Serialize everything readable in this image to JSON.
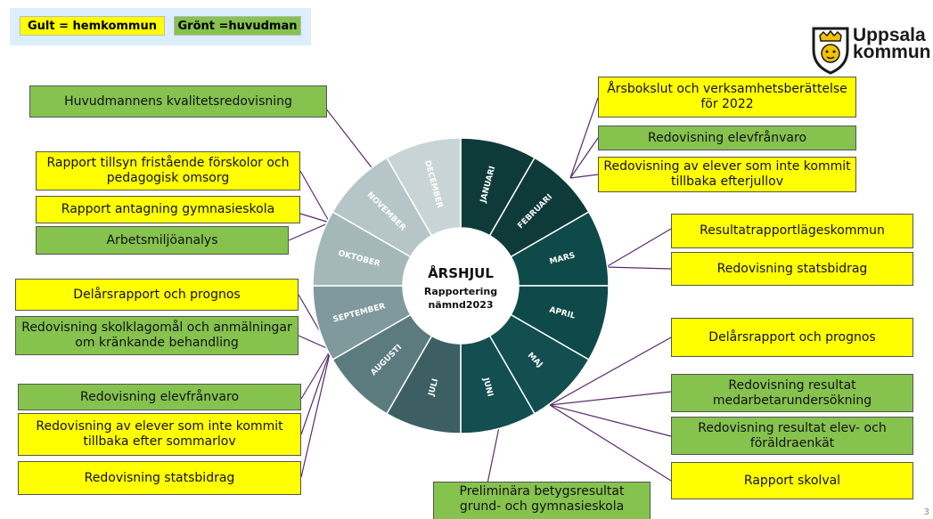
{
  "legend": {
    "yellow_label": "Gult = hemkommun",
    "green_label": "Grönt =huvudman",
    "yellow_color": "#ffff00",
    "green_color": "#86c24e"
  },
  "logo": {
    "line1": "Uppsala",
    "line2": "kommun",
    "icon": "crowned-lion-shield-icon"
  },
  "wheel": {
    "title": "ÅRSHJUL",
    "subtitle_line1": "Rapportering",
    "subtitle_line2": "nämnd2023",
    "months": [
      {
        "label": "JANUARI",
        "color": "#0e3b3a"
      },
      {
        "label": "FEBRUARI",
        "color": "#0e3b3a"
      },
      {
        "label": "MARS",
        "color": "#0f4a4a"
      },
      {
        "label": "APRIL",
        "color": "#0f4a4a"
      },
      {
        "label": "MAJ",
        "color": "#134e51"
      },
      {
        "label": "JUNI",
        "color": "#134e51"
      },
      {
        "label": "JULI",
        "color": "#3d5f63"
      },
      {
        "label": "AUGUSTI",
        "color": "#5c7b7f"
      },
      {
        "label": "SEPTEMBER",
        "color": "#7f999c"
      },
      {
        "label": "OKTOBER",
        "color": "#a4b8ba"
      },
      {
        "label": "NOVEMBER",
        "color": "#b6c6c8"
      },
      {
        "label": "DECEMBER",
        "color": "#c9d4d6"
      }
    ]
  },
  "items": {
    "huvudmannens": "Huvudmannens kvalitetsredovisning",
    "tillsyn": "Rapport tillsyn fristående förskolor och pedagogisk omsorg",
    "antagning": "Rapport antagning gymnasieskola",
    "arbetsmiljo": "Arbetsmiljöanalys",
    "delars_left": "Delårsrapport och prognos",
    "skolklagomal": "Redovisning skolklagomål och anmälningar om kränkande behandling",
    "elevfranvaro_left": "Redovisning elevfrånvaro",
    "sommarlov": "Redovisning av elever som inte kommit tillbaka efter sommarlov",
    "statsbidrag_left": "Redovisning statsbidrag",
    "arsbokslut": "Årsbokslut och verksamhetsberättelse för 2022",
    "elevfranvaro_right": "Redovisning elevfrånvaro",
    "jullov": "Redovisning av elever som inte kommit tillbaka efterjullov",
    "resultatrapport": "Resultatrapportlägeskommun",
    "statsbidrag_right": "Redovisning statsbidrag",
    "delars_right": "Delårsrapport och prognos",
    "medarbetar": "Redovisning resultat medarbetarundersökning",
    "foraldra": "Redovisning resultat elev- och föräldraenkät",
    "skolval": "Rapport skolval",
    "betyg": "Preliminära betygsresultat grund- och gymnasieskola"
  },
  "page_number": "3"
}
